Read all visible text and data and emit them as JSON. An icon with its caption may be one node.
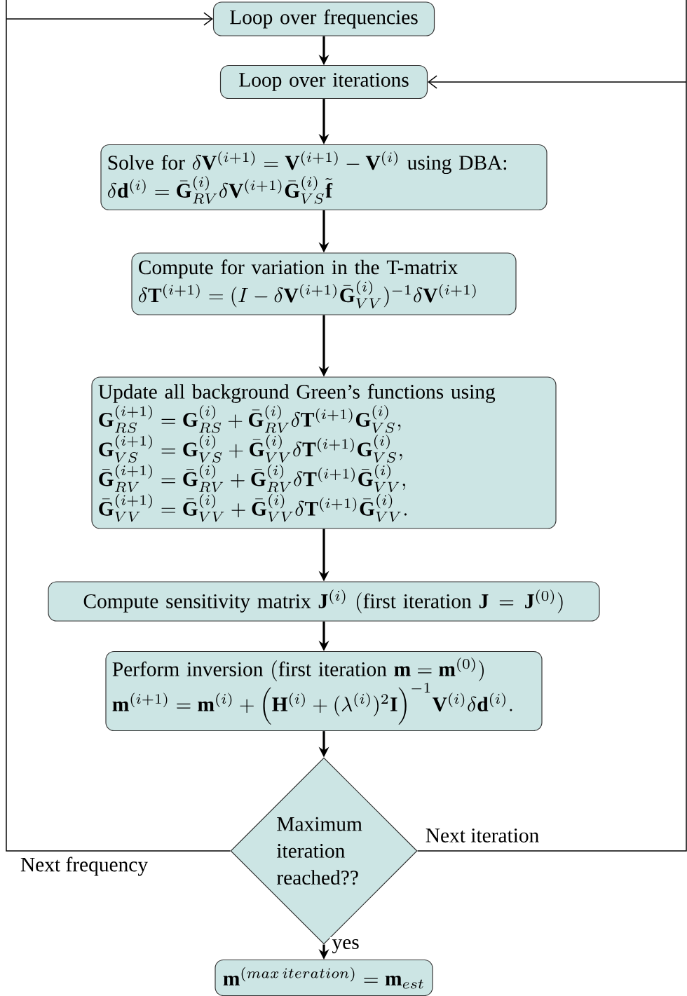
{
  "diagram": {
    "nodes": [
      {
        "text": [
          "Loop over frequencies"
        ]
      },
      {
        "text": [
          "Loop over iterations"
        ]
      },
      {
        "text": [
          "\\text{Solve for }\\delta\\mathbf{V}^{(i+1)}=\\mathbf{V}^{(i+1)}-\\mathbf{V}^{(i)}\\text{ using DBA:}",
          "\\delta\\mathbf{d}^{(i)}=\\bar{\\mathbf{G}}^{(i)}_{RV}\\delta\\mathbf{V}^{(i+1)}\\bar{\\mathbf{G}}^{(i)}_{VS}\\tilde{\\mathbf{f}}"
        ]
      },
      {
        "text": [
          "\\text{Compute for variation in the T-matrix}",
          "\\delta\\mathbf{T}^{(i+1)}=(I-\\delta\\mathbf{V}^{(i+1)}\\bar{\\mathbf{G}}^{(i)}_{VV})^{-1}\\delta\\mathbf{V}^{(i+1)}"
        ]
      },
      {
        "text": [
          "\\text{Update all background Green's functions using}",
          "\\mathbf{G}^{(i+1)}_{RS}=\\mathbf{G}^{(i)}_{RS}+\\bar{\\mathbf{G}}^{(i)}_{RV}\\delta\\mathbf{T}^{(i+1)}\\mathbf{G}^{(i)}_{VS},",
          "\\mathbf{G}^{(i+1)}_{VS}=\\mathbf{G}^{(i)}_{VS}+\\bar{\\mathbf{G}}^{(i)}_{VV}\\delta\\mathbf{T}^{(i+1)}\\mathbf{G}^{(i)}_{VS},",
          "\\bar{\\mathbf{G}}^{(i+1)}_{RV}=\\bar{\\mathbf{G}}^{(i)}_{RV}+\\bar{\\mathbf{G}}^{(i)}_{RV}\\delta\\mathbf{T}^{(i+1)}\\bar{\\mathbf{G}}^{(i)}_{VV},",
          "\\bar{\\mathbf{G}}^{(i+1)}_{VV}=\\bar{\\mathbf{G}}^{(i)}_{VV}+\\bar{\\mathbf{G}}^{(i)}_{VV}\\delta\\mathbf{T}^{(i+1)}\\bar{\\mathbf{G}}^{(i)}_{VV}."
        ]
      },
      {
        "text": [
          "\\text{Compute sensitivity matrix }\\mathbf{J}^{(i)}\\ (\\text{first iteration }\\mathbf{J}=\\mathbf{J}^{(0)})"
        ]
      },
      {
        "text": [
          "\\text{Perform inversion }(\\text{first iteration }\\mathbf{m}=\\mathbf{m}^{(0)})",
          "\\mathbf{m}^{(i+1)}=\\mathbf{m}^{(i)}+\\Big(\\mathbf{H}^{(i)}+(\\lambda^{(i)})^2\\mathbf{I}\\Big)^{-1}\\mathbf{V}^{(i)}\\delta\\mathbf{d}^{(i)}."
        ]
      },
      {
        "text": [
          "Maximum iteration reached??"
        ]
      },
      {
        "text": [
          "\\mathbf{m}^{(max\\,iteration)}=\\mathbf{m}_{est}"
        ]
      }
    ],
    "edges": [
      {
        "from": 0,
        "to": 1,
        "arrow": "to"
      },
      {
        "from": 1,
        "to": 2,
        "arrow": "to"
      },
      {
        "from": 2,
        "to": 3,
        "arrow": "to"
      },
      {
        "from": 3,
        "to": 4,
        "arrow": "to"
      },
      {
        "from": 4,
        "to": 5,
        "arrow": "to"
      },
      {
        "from": 5,
        "to": 6,
        "arrow": "to"
      },
      {
        "from": 6,
        "to": 7,
        "arrow": "to"
      },
      {
        "from": 7,
        "to": 8,
        "arrow": "to",
        "label": "yes"
      },
      {
        "from": 7,
        "to": 0,
        "arrow": "to",
        "label": "Next frequency"
      },
      {
        "from": 7,
        "to": 1,
        "arrow": "to",
        "label": "Next iteration"
      }
    ]
  }
}
